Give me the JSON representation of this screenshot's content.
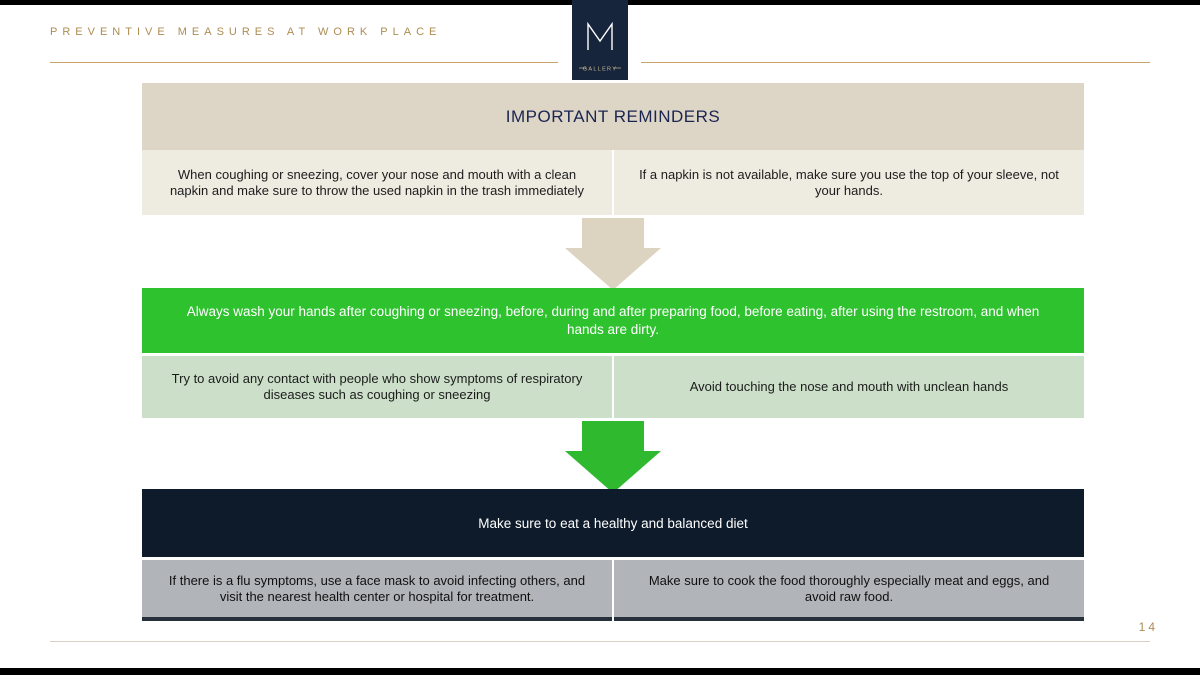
{
  "header": {
    "title": "PREVENTIVE MEASURES AT WORK PLACE",
    "logo_brand": "M",
    "logo_subtitle": "GALLERY"
  },
  "blocks": [
    {
      "header": "IMPORTANT REMINDERS",
      "cells": [
        "When coughing or sneezing, cover your nose and mouth with a clean napkin and make sure to throw the used napkin in the trash immediately",
        "If a napkin is not available, make sure you use the top of your sleeve, not your hands."
      ]
    },
    {
      "header": "Always wash your hands after coughing or sneezing, before, during and after preparing food, before eating, after using the restroom, and when hands are dirty.",
      "cells": [
        "Try to avoid any contact with people who show symptoms of respiratory diseases such as coughing or sneezing",
        "Avoid touching the nose and mouth with unclean hands"
      ]
    },
    {
      "header": "Make sure to eat a healthy and balanced diet",
      "cells": [
        "If there is a flu symptoms, use a face mask to avoid infecting others, and visit the nearest health center or hospital for treatment.",
        "Make sure to cook the food thoroughly especially meat and eggs, and avoid raw food."
      ]
    }
  ],
  "footer": {
    "page_number": "14"
  },
  "colors": {
    "gold_text": "#ad8c52",
    "gold_rule": "#c8a567",
    "beige_header": "#ddd5c6",
    "beige_cell": "#eeebe1",
    "beige_arrow": "#ddd3c1",
    "green_header": "#2fc22f",
    "green_cell": "#cbdfc9",
    "green_arrow": "#2eb92e",
    "navy_header": "#0d1b2b",
    "navy_logo": "#16243c",
    "gray_cell": "#b1b5b9",
    "gray_cell_border": "#26313c"
  }
}
